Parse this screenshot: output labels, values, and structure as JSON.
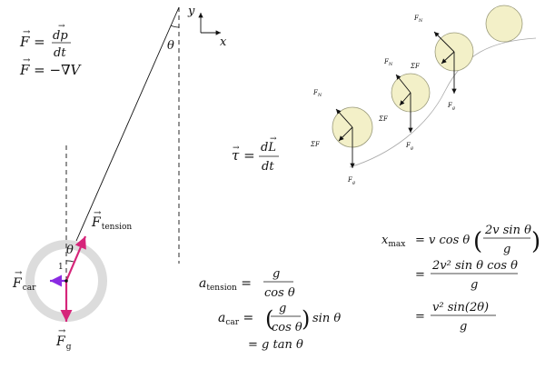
{
  "colors": {
    "tension": "#d6257a",
    "car": "#8a2be2",
    "gravity": "#d6257a",
    "wheel": "#dcdcdc",
    "ball_fill": "#f3f0c8",
    "ball_stroke": "#9a9a7a",
    "ink": "#111111"
  },
  "axes": {
    "y": "y",
    "x": "x"
  },
  "theta": "θ",
  "equations": {
    "force1_lhs": "F = ",
    "force1_num": "dp",
    "force1_den": "dt",
    "force2": "F = −∇V",
    "torque_lhs": "τ = ",
    "torque_num": "dL",
    "torque_den": "dt",
    "a_tension_lhs": "a",
    "a_tension_sub": "tension",
    "a_tension_num": "g",
    "a_tension_den": "cos θ",
    "a_car_lhs": "a",
    "a_car_sub": "car",
    "a_car_num": "g",
    "a_car_den": "cos θ",
    "a_car_tail": "sin θ",
    "a_car_result": "= g tan θ",
    "xmax_lhs": "x",
    "xmax_sub": "max",
    "xmax_line1_pre": "= v cos θ",
    "xmax_line1_num": "2v sin θ",
    "xmax_line1_den": "g",
    "xmax_line2_num": "2v² sin θ cos θ",
    "xmax_line2_den": "g",
    "xmax_line3_num": "v² sin(2θ)",
    "xmax_line3_den": "g"
  },
  "labels": {
    "F": "F",
    "tension_sub": "tension",
    "car_sub": "car",
    "g_sub": "g",
    "N_sub": "N",
    "sum_F": "ΣF",
    "arc_mark": "1"
  }
}
